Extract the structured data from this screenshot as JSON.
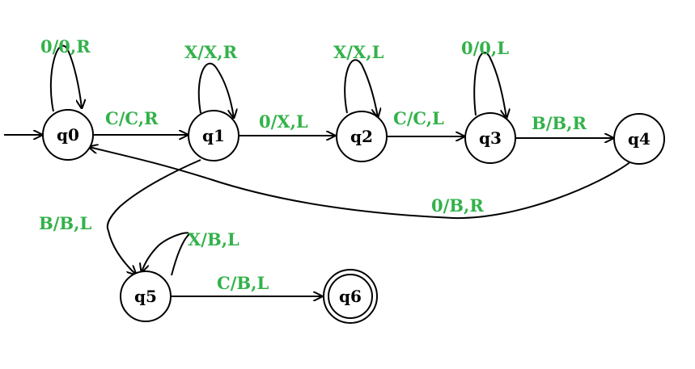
{
  "diagram": {
    "type": "turing-machine-state-diagram",
    "colors": {
      "label": "#33b24a",
      "stroke": "#000000",
      "background": "#ffffff"
    },
    "start_state": "q0",
    "accept_states": [
      "q6"
    ],
    "states": [
      {
        "id": "q0",
        "label": "q0"
      },
      {
        "id": "q1",
        "label": "q1"
      },
      {
        "id": "q2",
        "label": "q2"
      },
      {
        "id": "q3",
        "label": "q3"
      },
      {
        "id": "q4",
        "label": "q4"
      },
      {
        "id": "q5",
        "label": "q5"
      },
      {
        "id": "q6",
        "label": "q6"
      }
    ],
    "transitions": [
      {
        "from": "q0",
        "to": "q0",
        "label": "0/0,R"
      },
      {
        "from": "q0",
        "to": "q1",
        "label": "C/C,R"
      },
      {
        "from": "q1",
        "to": "q1",
        "label": "X/X,R"
      },
      {
        "from": "q1",
        "to": "q2",
        "label": "0/X,L"
      },
      {
        "from": "q2",
        "to": "q2",
        "label": "X/X,L"
      },
      {
        "from": "q2",
        "to": "q3",
        "label": "C/C,L"
      },
      {
        "from": "q3",
        "to": "q3",
        "label": "0/0,L"
      },
      {
        "from": "q3",
        "to": "q4",
        "label": "B/B,R"
      },
      {
        "from": "q4",
        "to": "q0",
        "label": "0/B,R"
      },
      {
        "from": "q1",
        "to": "q5",
        "label": "B/B,L"
      },
      {
        "from": "q5",
        "to": "q5",
        "label": "X/B,L"
      },
      {
        "from": "q5",
        "to": "q6",
        "label": "C/B,L"
      }
    ]
  }
}
